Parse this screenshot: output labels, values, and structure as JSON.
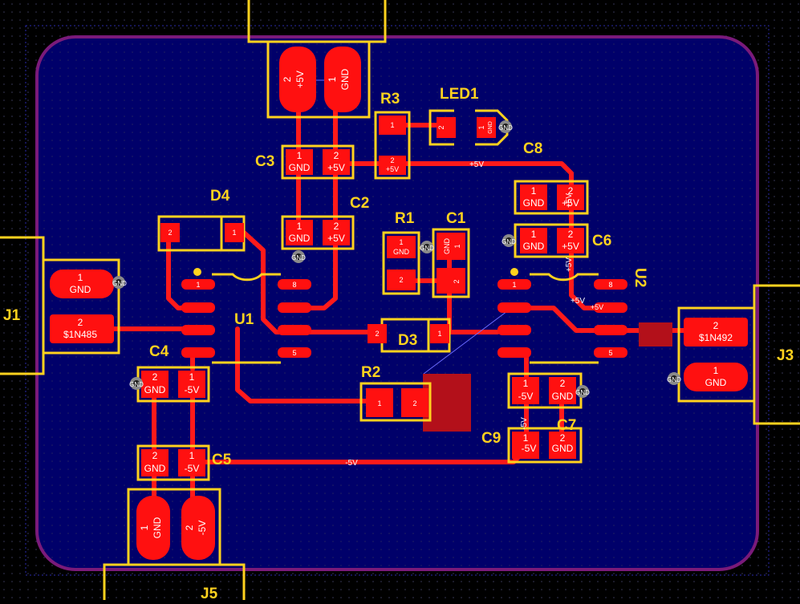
{
  "board": {
    "background_color": "#00006a",
    "edge_color": "#7a1a7a",
    "copper_color": "#ff1010",
    "silk_color": "#ffd21e"
  },
  "refs": {
    "J1": "J1",
    "J3": "J3",
    "J5": "J5",
    "U1": "U1",
    "U2": "U2",
    "R1": "R1",
    "R2": "R2",
    "R3": "R3",
    "C1": "C1",
    "C2": "C2",
    "C3": "C3",
    "C4": "C4",
    "C5": "C5",
    "C6": "C6",
    "C7": "C7",
    "C8": "C8",
    "C9": "C9",
    "D3": "D3",
    "D4": "D4",
    "LED1": "LED1"
  },
  "nets": {
    "vplus": "+5V",
    "vminus": "-5V",
    "gnd": "GND",
    "n485": "$1N485",
    "n492": "$1N492"
  },
  "pins": {
    "p1": "1",
    "p2": "2",
    "p5": "5",
    "p8": "8"
  }
}
